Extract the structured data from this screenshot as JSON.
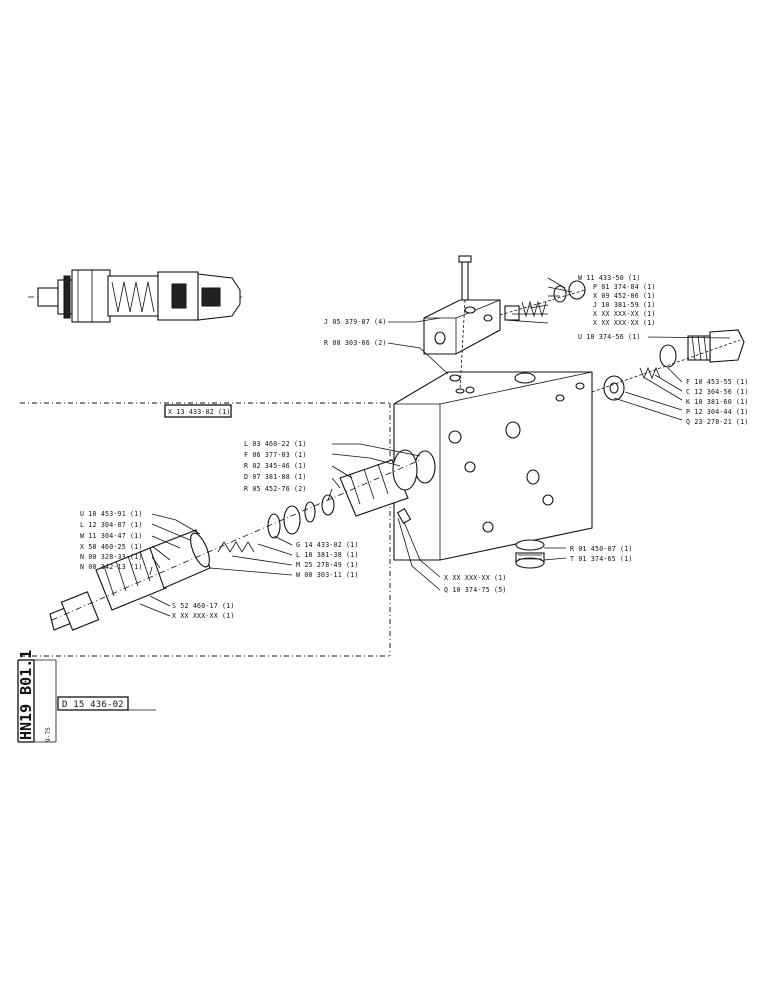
{
  "drawing": {
    "series_code": "HN19 B01.1",
    "sheet_number": "D 15 436-02",
    "date_code": "9-75",
    "group_ref": "X 13 433-82 (1)"
  },
  "labels": {
    "top_bolt": "J 05 379-87 (4)",
    "top_oring": "R 00 303-06 (2)",
    "w11433": "W 11 433-50 (1)",
    "p01374": "P 01 374-84 (1)",
    "x09452": "X 09 452-06 (1)",
    "j10381": "J 10 381-59 (1)",
    "xxx1": "X XX XXX-XX (1)",
    "xxx2": "X XX XXX-XX (1)",
    "u10374": "U 10 374-56 (1)",
    "f10453": "F 10 453-55 (1)",
    "c12304": "C 12 304-56 (1)",
    "k10381": "K 10 381-60 (1)",
    "p12304": "P 12 304-44 (1)",
    "q23278": "Q 23 278-21 (1)",
    "l03460": "L 03 460-22 (1)",
    "f06377": "F 06 377-03 (1)",
    "r02345": "R 02 345-46 (1)",
    "d07381": "D 07 381-88 (1)",
    "r05452": "R 05 452-76 (2)",
    "u10453": "U 10 453-91 (1)",
    "l12304": "L 12 304-87 (1)",
    "w11304": "W 11 304-47 (1)",
    "x50460": "X 50 460-25 (1)",
    "n00328": "N 00 328-33 (1)",
    "n00342": "N 00 342-13 (1)",
    "g14433": "G 14 433-02 (1)",
    "l10381": "L 10 381-38 (1)",
    "m25278": "M 25 278-49 (1)",
    "w00303": "W 00 303-11 (1)",
    "s52460": "S 52 460-17 (1)",
    "xxx3": "X XX XXX-XX (1)",
    "r01450": "R 01 450-07 (1)",
    "t01374": "T 01 374-65 (1)",
    "xxx4": "X XX XXX-XX (1)",
    "q10374": "Q 10 374-75 (5)"
  }
}
